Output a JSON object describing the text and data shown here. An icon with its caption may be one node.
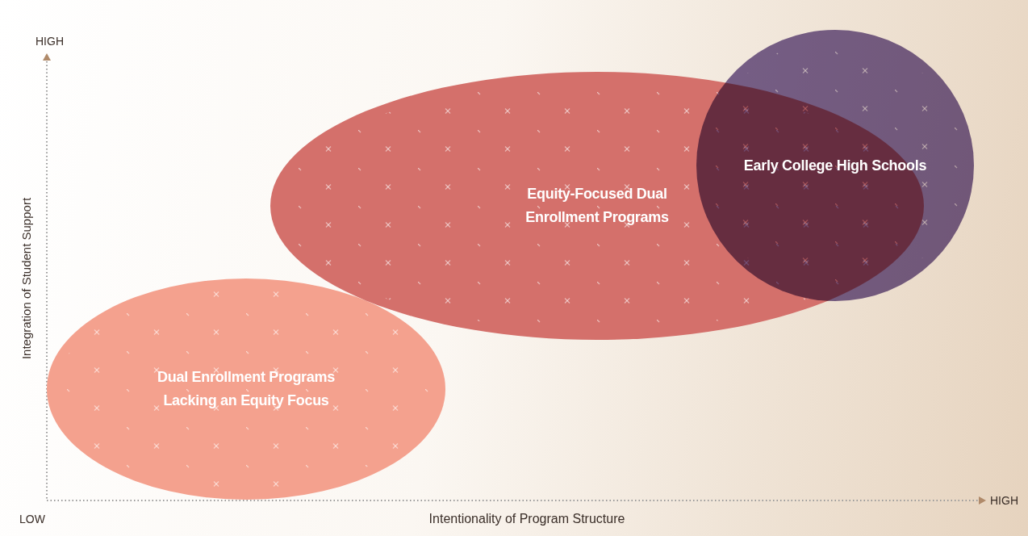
{
  "diagram": {
    "nodes": [
      {
        "text": [
          "Dual Enrollment Programs Lacking an Equity Focus"
        ]
      },
      {
        "text": [
          "Equity-Focused Dual Enrollment Programs"
        ]
      },
      {
        "text": [
          "Early College High Schools"
        ]
      }
    ],
    "labels": [
      "HIGH",
      "Integration of Student Support",
      "LOW",
      "Intentionality of Program Structure",
      "HIGH"
    ]
  }
}
